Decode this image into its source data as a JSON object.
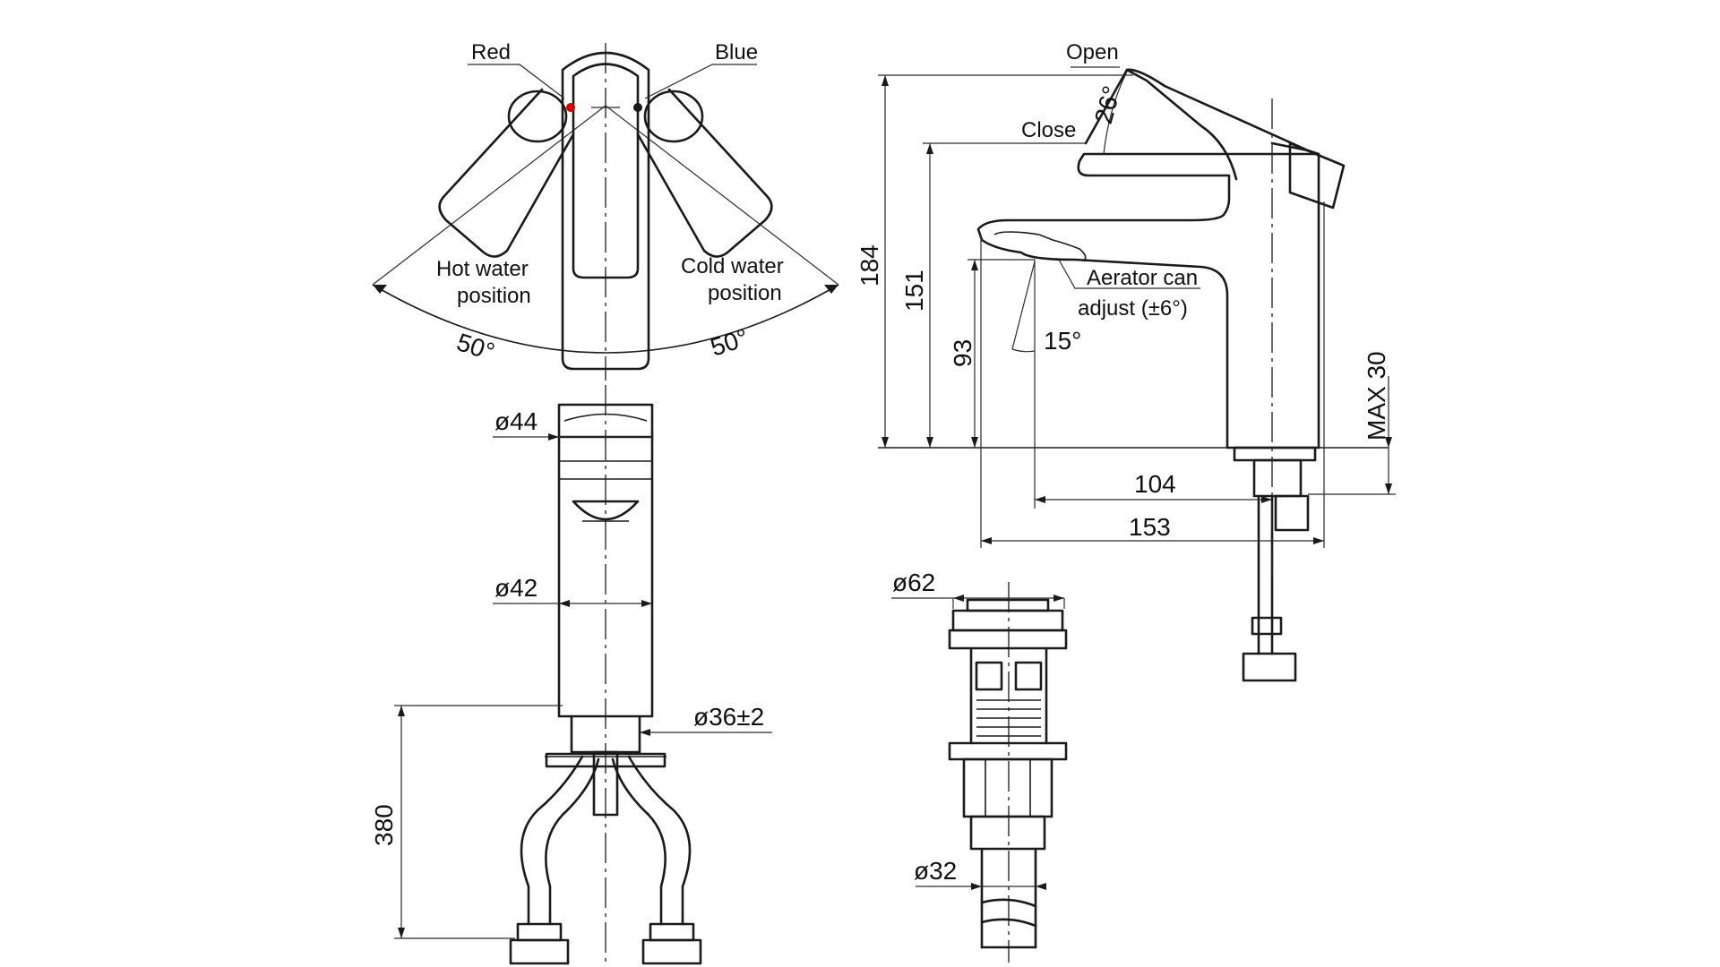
{
  "top_view": {
    "label_red": "Red",
    "label_blue": "Blue",
    "hot_line1": "Hot water",
    "hot_line2": "position",
    "cold_line1": "Cold water",
    "cold_line2": "position",
    "angle_left": "50°",
    "angle_right": "50°",
    "colors": {
      "red_dot": "#d40000",
      "line": "#1a1a1a"
    }
  },
  "front_view": {
    "d_top": "ø44",
    "d_body": "ø42",
    "d_hole": "ø36±2",
    "h_hoses": "380"
  },
  "side_view": {
    "open_label": "Open",
    "close_label": "Close",
    "open_angle": "26°",
    "aerator_line1": "Aerator can",
    "aerator_line2": "adjust (±6°)",
    "aerator_angle": "15°",
    "h_total": "184",
    "h_spout_top": "151",
    "h_spout_outlet": "93",
    "max_deck": "MAX 30",
    "reach": "104",
    "length": "153"
  },
  "waste_view": {
    "d_top": "ø62",
    "d_bottom": "ø32"
  }
}
